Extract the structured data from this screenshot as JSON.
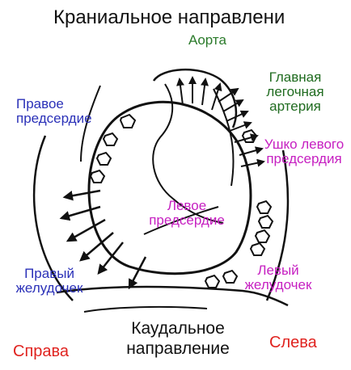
{
  "labels": {
    "cranial": "Краниальное направлени",
    "aorta": "Аорта",
    "pulmonary_trunk": "Главная легочная артерия",
    "right_atrium": "Правое предсердие",
    "left_auricle": "Ушко левого предсердия",
    "left_atrium": "Левое предсердие",
    "right_ventricle": "Правый желудочек",
    "left_ventricle": "Левый желудочек",
    "caudal": "Каудальное направление",
    "right_side": "Справа",
    "left_side": "Слева"
  }
}
